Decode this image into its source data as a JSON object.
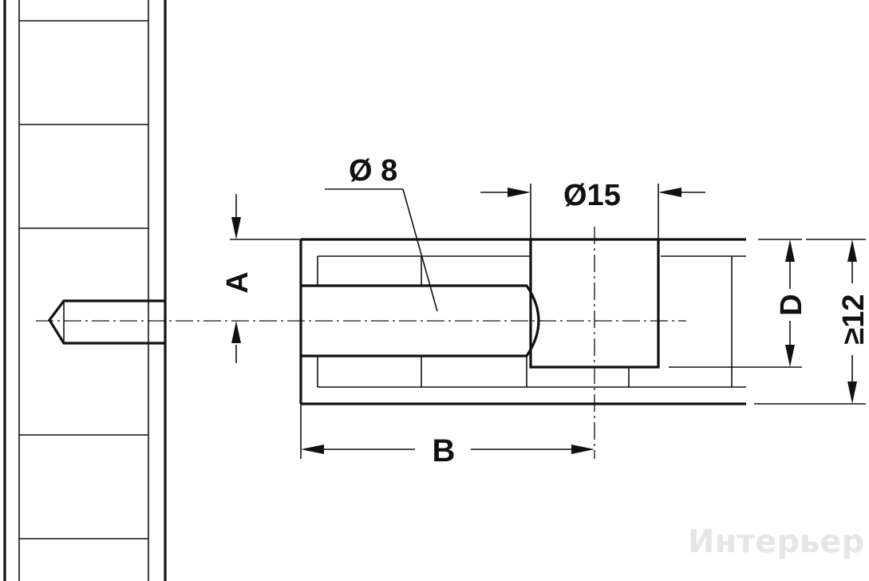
{
  "labels": {
    "dia_8": "Ø 8",
    "dia_15": "Ø15",
    "dim_a": "A",
    "dim_b": "B",
    "dim_d": "D",
    "dim_12": "≥12"
  },
  "watermark": {
    "text": "Интерьер"
  },
  "colors": {
    "line": "#111111",
    "background": "#ffffff",
    "watermark": "#e6e6e6"
  }
}
